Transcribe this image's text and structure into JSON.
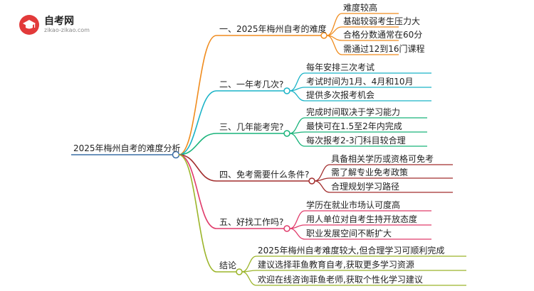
{
  "logo": {
    "title": "自考网",
    "url": "zikao-zikao.com"
  },
  "colors": {
    "root": "#3a6ea5",
    "branches": [
      "#f08c1e",
      "#1ab3c7",
      "#19b37a",
      "#a22d2d",
      "#e03c6b",
      "#9cb52a"
    ],
    "leaves": [
      "#9b6ad6",
      "#4c7bd9",
      "#3b74c9",
      "#4c7bd9",
      "#9b6ad6",
      "#4c7bd9"
    ]
  },
  "root": "2025年梅州自考的难度分析",
  "branches": [
    {
      "label": "一、2025年梅州自考的难度",
      "children": [
        "难度较高",
        "基础较弱考生压力大",
        "合格分数通常在60分",
        "需通过12到16门课程"
      ]
    },
    {
      "label": "二、一年考几次?",
      "children": [
        "每年安排三次考试",
        "考试时间为1月、4月和10月",
        "提供多次报考机会"
      ]
    },
    {
      "label": "三、几年能考完?",
      "children": [
        "完成时间取决于学习能力",
        "最快可在1.5至2年内完成",
        "每次报考2-3门科目较合理"
      ]
    },
    {
      "label": "四、免考需要什么条件?",
      "children": [
        "具备相关学历或资格可免考",
        "需了解专业免考政策",
        "合理规划学习路径"
      ]
    },
    {
      "label": "五、好找工作吗?",
      "children": [
        "学历在就业市场认可度高",
        "用人单位对自考生持开放态度",
        "职业发展空间不断扩大"
      ]
    },
    {
      "label": "结论",
      "children": [
        "2025年梅州自考难度较大,但合理学习可顺利完成",
        "建议选择菲鱼教育自考,获取更多学习资源",
        "欢迎在线咨询菲鱼老师,获取个性化学习建议"
      ]
    }
  ]
}
